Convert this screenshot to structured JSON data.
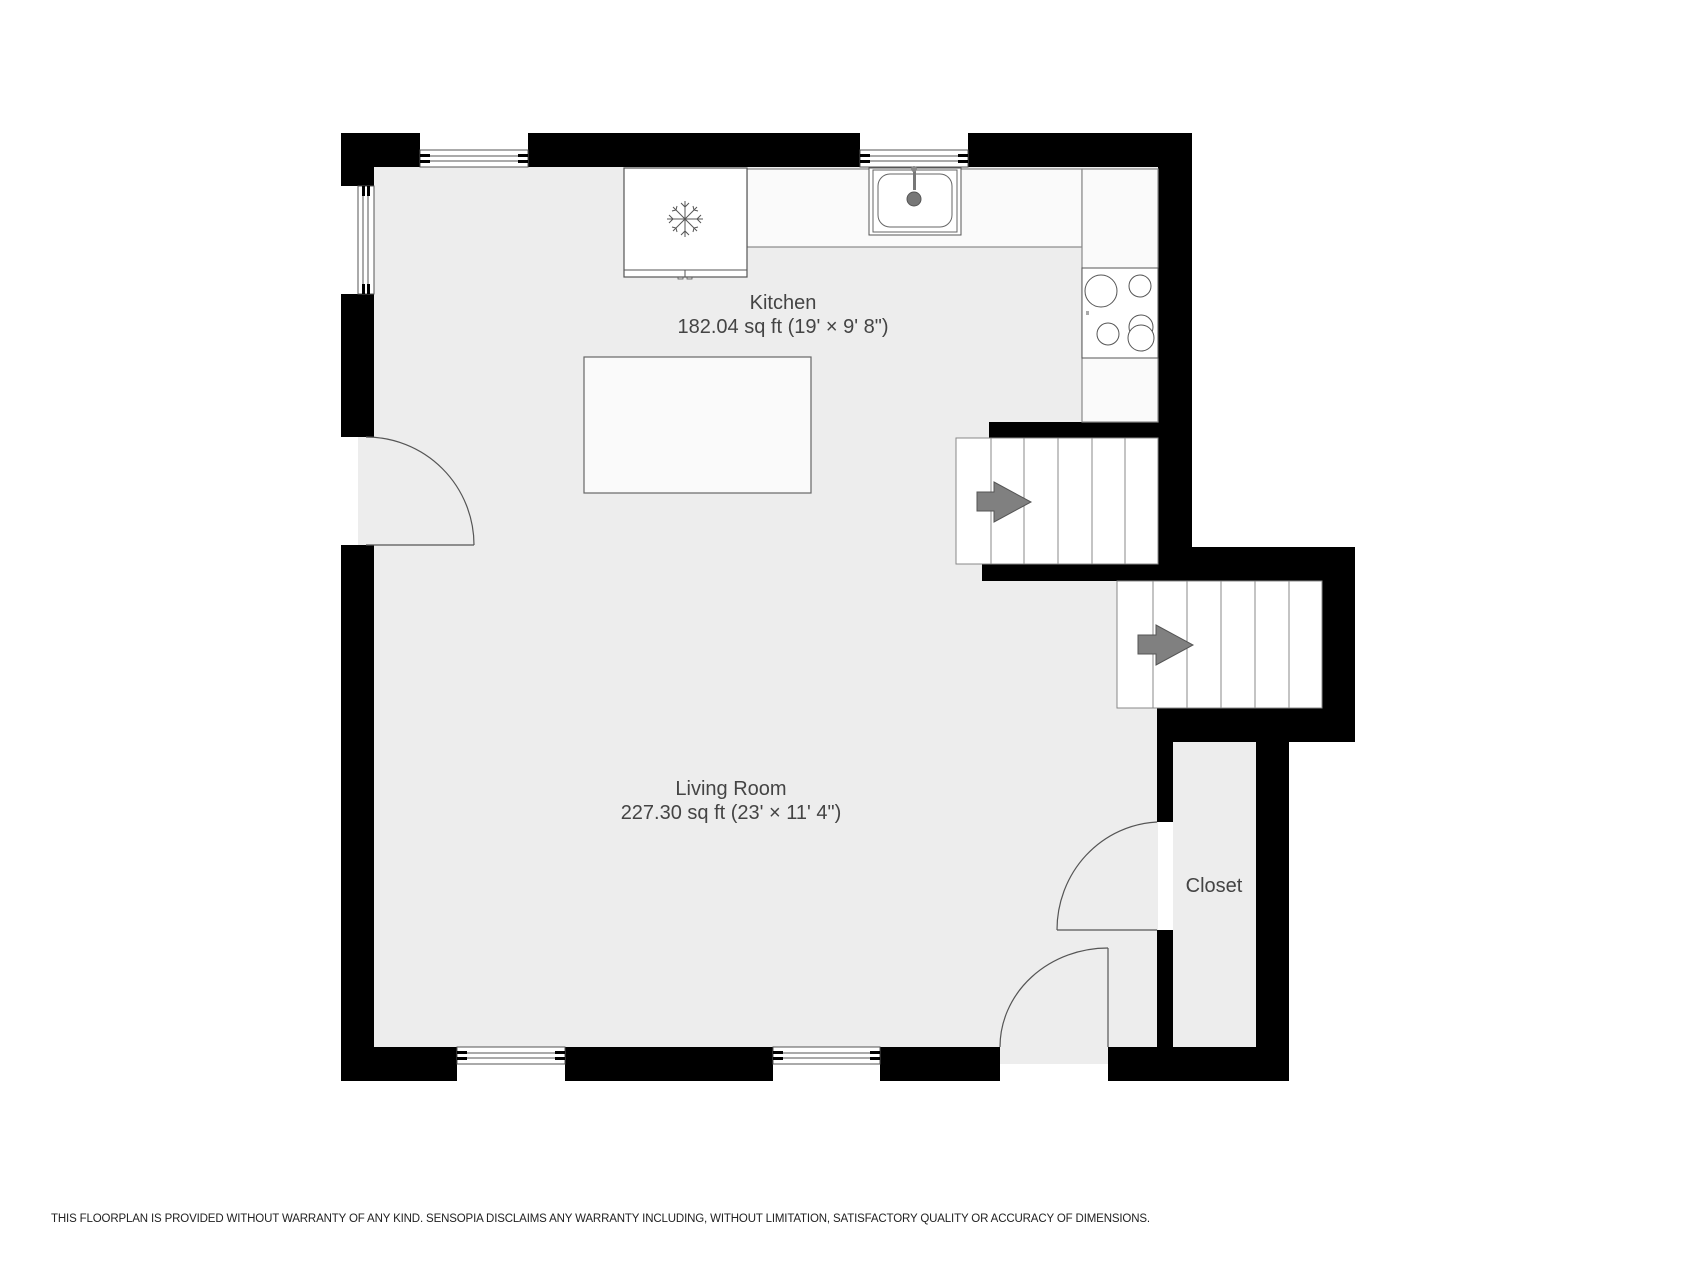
{
  "floorplan": {
    "rooms": [
      {
        "name": "Kitchen",
        "area": "182.04 sq ft (19' × 9' 8\")"
      },
      {
        "name": "Living Room",
        "area": "227.30 sq ft (23' × 11' 4\")"
      },
      {
        "name": "Closet",
        "area": ""
      }
    ],
    "fixtures": [
      "refrigerator-icon",
      "sink-icon",
      "stove-icon",
      "kitchen-island",
      "stairs-up-arrow-icon",
      "stairs-down-arrow-icon"
    ],
    "colors": {
      "wall": "#000000",
      "floor": "#ededed",
      "fixture": "#fafafa",
      "line": "#666666",
      "arrow": "#808080",
      "text": "#444444"
    }
  },
  "footer": {
    "disclaimer": "THIS FLOORPLAN IS PROVIDED WITHOUT WARRANTY OF ANY KIND. SENSOPIA DISCLAIMS ANY WARRANTY INCLUDING, WITHOUT LIMITATION, SATISFACTORY QUALITY OR ACCURACY OF DIMENSIONS."
  }
}
